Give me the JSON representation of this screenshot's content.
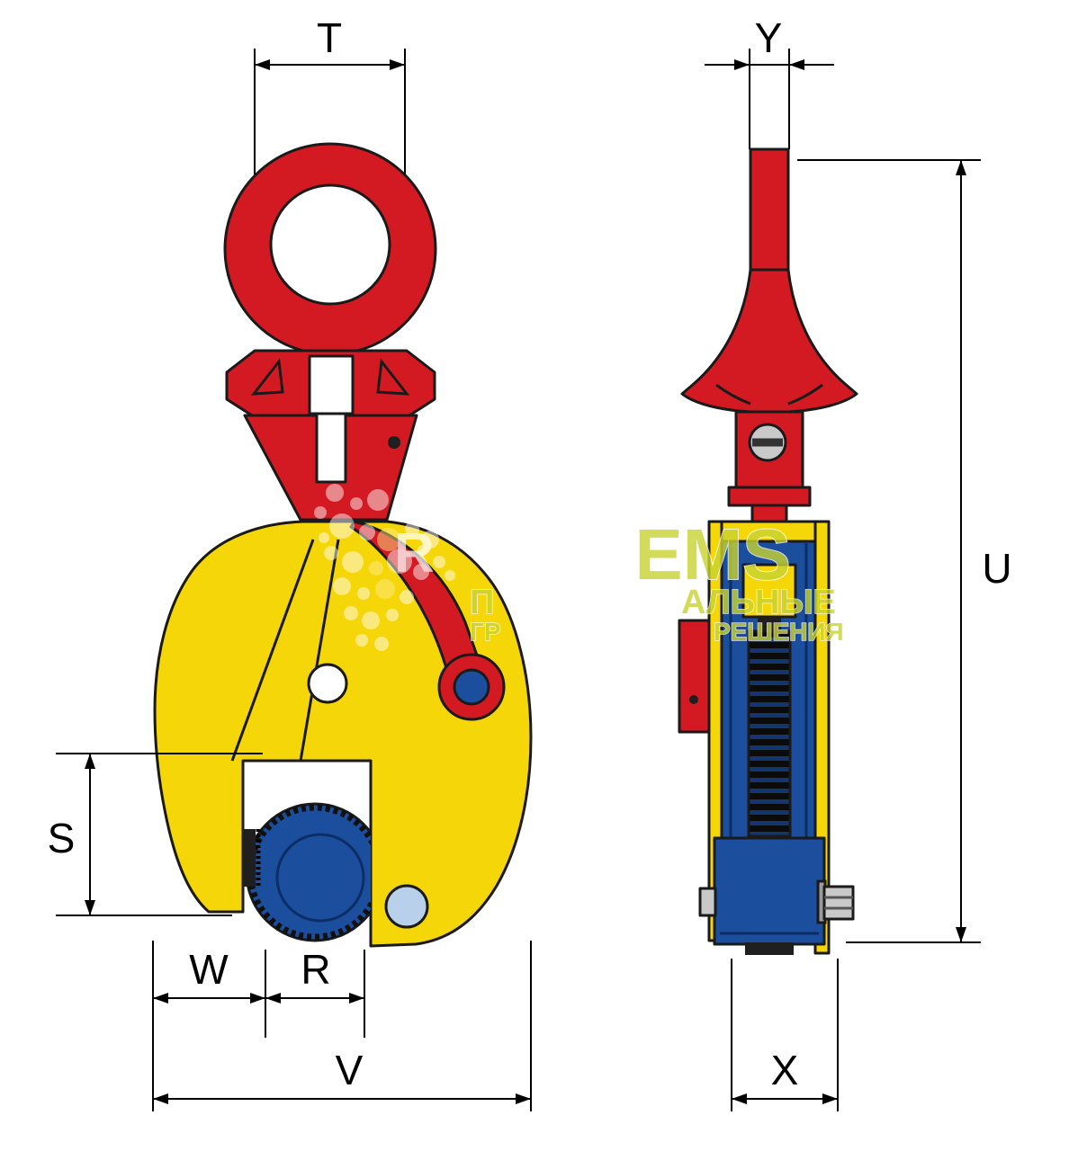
{
  "dims": {
    "t": "T",
    "y": "Y",
    "u": "U",
    "s": "S",
    "w": "W",
    "r": "R",
    "v": "V",
    "x": "X"
  },
  "watermark": {
    "fragment_r": "R",
    "fragment_main": "EMS",
    "line2_left": "П",
    "line2_right": "АЛЬНЫЕ",
    "line3_left": "ГР",
    "line3_right": "РЕШЕНИЯ"
  },
  "colors": {
    "clamp_red": "#d31a23",
    "clamp_yellow": "#f5d608",
    "clamp_blue": "#1c4e9e",
    "pin_lightblue": "#b8d0ea",
    "outline": "#1a1a1a",
    "dimension_lines": "#000000",
    "watermark_text": "#c9d431"
  }
}
